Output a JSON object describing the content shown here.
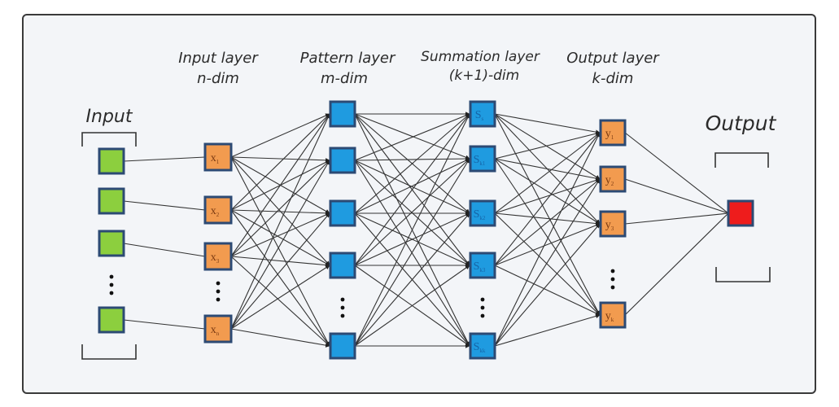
{
  "title": "Generalized Regression Neural Network architecture",
  "labels": {
    "input": "Input",
    "output": "Output",
    "layers": [
      {
        "name": "Input layer",
        "dim": "n-dim"
      },
      {
        "name": "Pattern layer",
        "dim": "m-dim"
      },
      {
        "name": "Summation layer",
        "dim": "(k+1)-dim"
      },
      {
        "name": "Output layer",
        "dim": "k-dim"
      }
    ]
  },
  "colors": {
    "input_node": "#8ccf3e",
    "input_layer_node": "#f29b4f",
    "pattern_node": "#1f9be0",
    "summation_node": "#1f9be0",
    "output_layer_node": "#f29b4f",
    "output_node": "#ee1c1c",
    "node_border": "#2c4a74",
    "edge": "#333333"
  },
  "nodes": {
    "input": [
      "",
      "",
      "",
      "",
      ""
    ],
    "input_layer": [
      "x",
      "x",
      "x",
      "x"
    ],
    "input_layer_subscripts": [
      "1",
      "2",
      "3",
      "n"
    ],
    "pattern": [
      "",
      "",
      "",
      "",
      ""
    ],
    "summation": [
      "S",
      "S",
      "S",
      "S",
      "S"
    ],
    "summation_subscripts": [
      "s",
      "k1",
      "k2",
      "k3",
      "kk"
    ],
    "output_layer": [
      "y",
      "y",
      "y",
      "y"
    ],
    "output_layer_subscripts": [
      "1",
      "2",
      "3",
      "k"
    ],
    "output": [
      ""
    ]
  },
  "ellipsis": "⋮"
}
